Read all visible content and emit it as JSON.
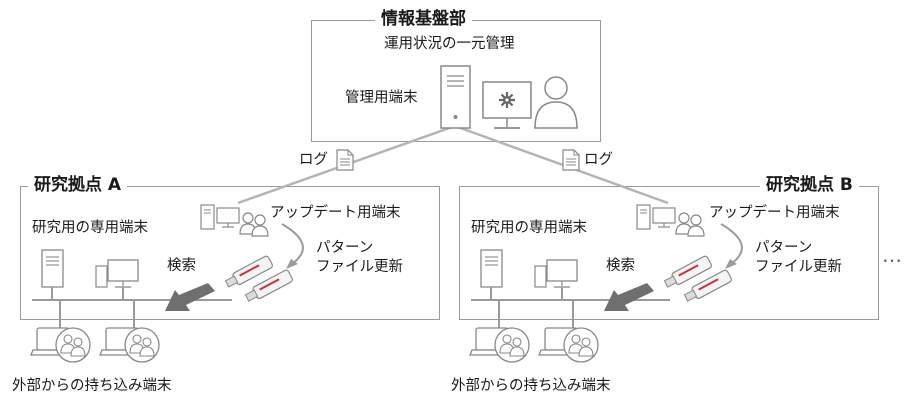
{
  "hq": {
    "title": "情報基盤部",
    "subtitle": "運用状況の一元管理",
    "terminal_label": "管理用端末"
  },
  "log_label_left": "ログ",
  "log_label_right": "ログ",
  "site_a": {
    "title": "研究拠点 A",
    "dedicated_label": "研究用の専用端末",
    "update_label": "アップデート用端末",
    "pattern_label_1": "パターン",
    "pattern_label_2": "ファイル更新",
    "scan_label": "検索",
    "external_label": "外部からの持ち込み端末"
  },
  "site_b": {
    "title": "研究拠点 B",
    "dedicated_label": "研究用の専用端末",
    "update_label": "アップデート用端末",
    "pattern_label_1": "パターン",
    "pattern_label_2": "ファイル更新",
    "scan_label": "検索",
    "external_label": "外部からの持ち込み端末"
  },
  "more_indicator": "…",
  "colors": {
    "line": "#9a9a9a",
    "arrow": "#777777",
    "usb_accent": "#c8323c"
  }
}
